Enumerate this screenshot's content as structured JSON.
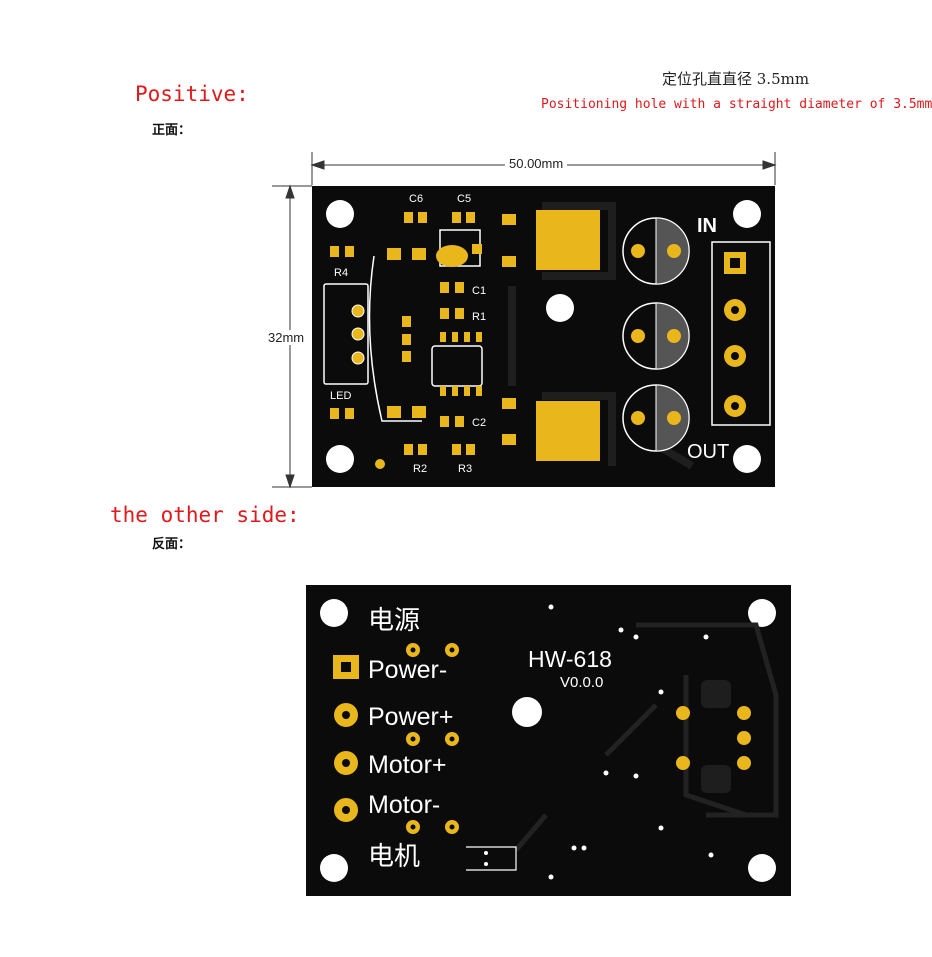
{
  "front": {
    "heading_en": "Positive:",
    "heading_cn": "正面：",
    "hole_note_cn": "定位孔直直径 3.5mm",
    "hole_note_en": "Positioning hole with a straight diameter of 3.5mm",
    "width_label": "50.00mm",
    "height_label": "32mm",
    "silk": {
      "c6": "C6",
      "c5": "C5",
      "r4": "R4",
      "c1": "C1",
      "r1": "R1",
      "led": "LED",
      "c2": "C2",
      "r2": "R2",
      "r3": "R3",
      "in": "IN",
      "out": "OUT"
    }
  },
  "back": {
    "heading_en": "the other side:",
    "heading_cn": "反面：",
    "power_cn": "电源",
    "power_minus": "Power-",
    "power_plus": "Power+",
    "motor_plus": "Motor+",
    "motor_minus": "Motor-",
    "motor_cn": "电机",
    "model": "HW-618",
    "version": "V0.0.0"
  },
  "colors": {
    "board": "#0b0b0b",
    "gold": "#e9b71c",
    "silk": "#ffffff",
    "accent": "#e0191b"
  }
}
